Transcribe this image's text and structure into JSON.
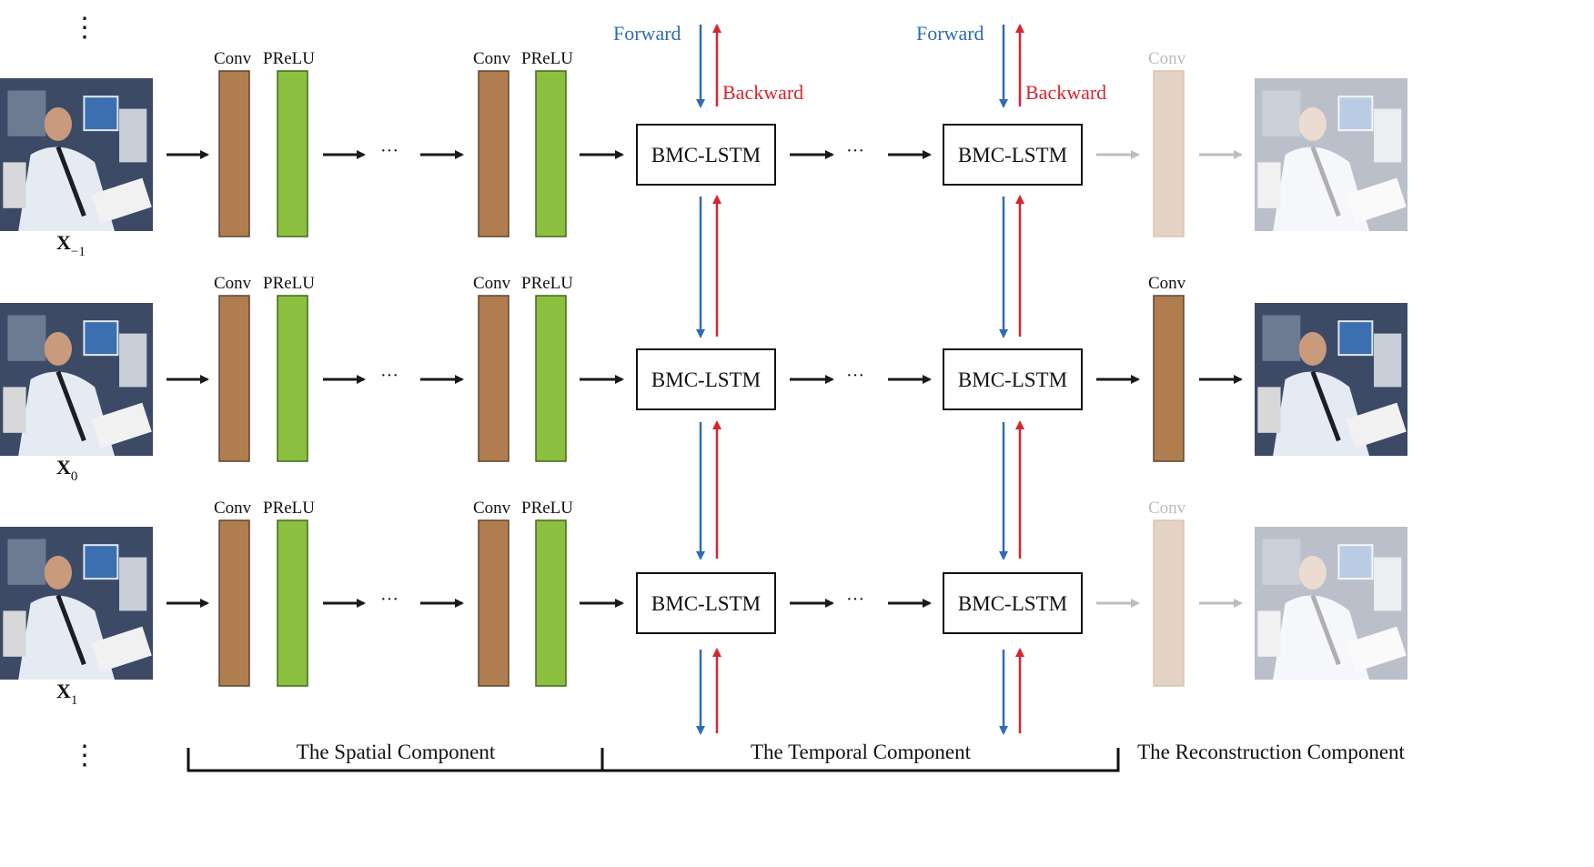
{
  "colors": {
    "conv": "#B07D4F",
    "prelu": "#8CBF3F",
    "forward": "#2E6DB4",
    "backward": "#D7252C",
    "black": "#1a1a1a",
    "faded_conv": "#E4D3C4",
    "faded_arrow": "#BDBDBD",
    "faded_text": "#BBBBBB"
  },
  "labels": {
    "conv": "Conv",
    "prelu": "PReLU",
    "lstm": "BMC-LSTM",
    "forward": "Forward",
    "backward": "Backward",
    "ellipsis": "···",
    "vdots": "⋮"
  },
  "rows": [
    {
      "input_base": "X",
      "input_sub": "−1",
      "output_faded": true
    },
    {
      "input_base": "X",
      "input_sub": "0",
      "output_faded": false
    },
    {
      "input_base": "X",
      "input_sub": "1",
      "output_faded": true
    }
  ],
  "components": {
    "spatial": "The Spatial Component",
    "temporal": "The Temporal Component",
    "reconstruction": "The Reconstruction Component"
  },
  "icons": {
    "frame": "video-frame-icon",
    "arrow": "arrow-right-icon"
  }
}
